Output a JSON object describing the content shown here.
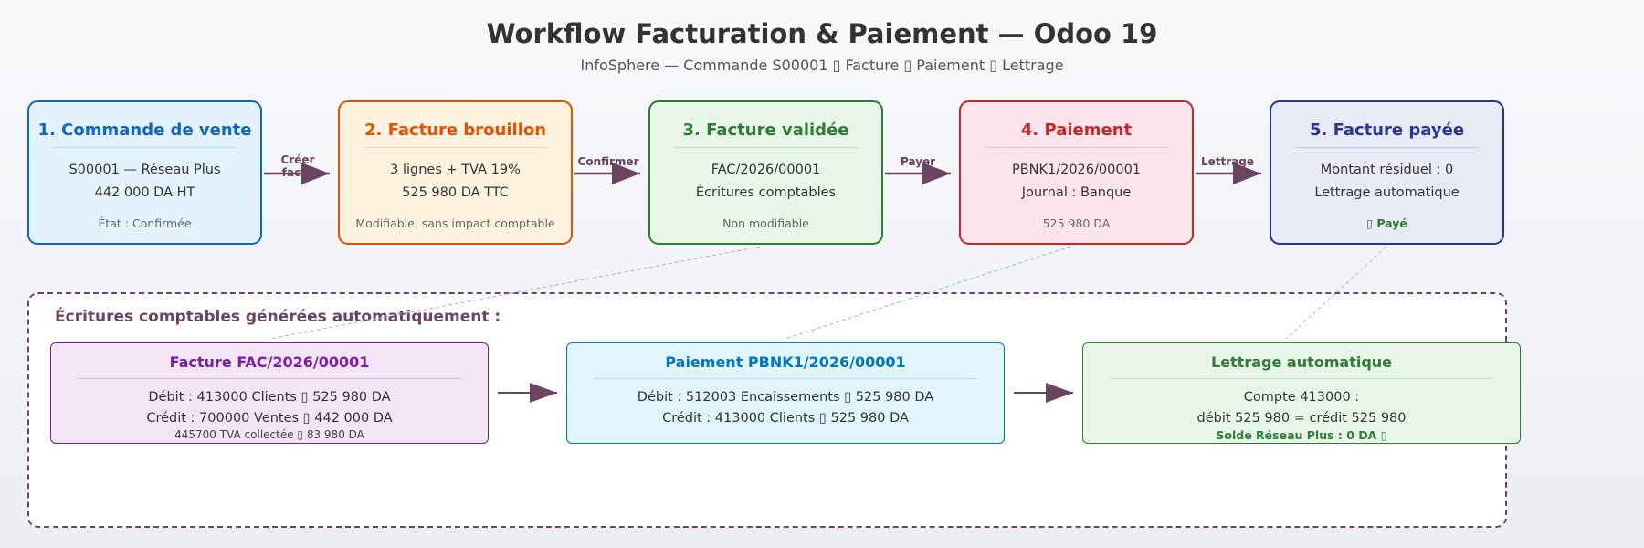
{
  "title": "Workflow Facturation & Paiement — Odoo 19",
  "subtitle": "InfoSphere — Commande S00001 ▯ Facture ▯ Paiement ▯ Lettrage",
  "stages": [
    {
      "title": "1. Commande de vente",
      "line1": "S00001 — Réseau Plus",
      "line2": "442 000 DA HT",
      "note": "État : Confirmée",
      "color": "#1565c0",
      "bg": "#e3f2fd"
    },
    {
      "title": "2. Facture brouillon",
      "line1": "3 lignes + TVA 19%",
      "line2": "525 980 DA TTC",
      "note": "Modifiable, sans impact comptable",
      "color": "#e65100",
      "bg": "#fff3e0"
    },
    {
      "title": "3. Facture validée",
      "line1": "FAC/2026/00001",
      "line2": "Écritures comptables",
      "note": "Non modifiable",
      "color": "#2e7d32",
      "bg": "#e8f5e9"
    },
    {
      "title": "4. Paiement",
      "line1": "PBNK1/2026/00001",
      "line2": "Journal : Banque",
      "note": "525 980 DA",
      "color": "#c62828",
      "bg": "#fce4ec"
    },
    {
      "title": "5. Facture payée",
      "line1": "Montant résiduel : 0",
      "line2": "Lettrage automatique",
      "note": "▯ Payé",
      "color": "#283593",
      "bg": "#e8eaf6"
    }
  ],
  "connectors": {
    "c1_line1": "Créer",
    "c1_line2": "factu",
    "c2": "Confirmer",
    "c3": "Payer",
    "c4": "Lettrage"
  },
  "panel": {
    "title": "Écritures comptables générées automatiquement :",
    "entries": [
      {
        "title": "Facture FAC/2026/00001",
        "line1": "Débit : 413000 Clients ▯ 525 980 DA",
        "line2": "Crédit : 700000 Ventes ▯ 442 000 DA",
        "line3": "445700 TVA collectée ▯ 83 980 DA",
        "color": "#7b1fa2",
        "bg": "#f3e5f5"
      },
      {
        "title": "Paiement PBNK1/2026/00001",
        "line1": "Débit : 512003 Encaissements ▯ 525 980 DA",
        "line2": "Crédit : 413000 Clients ▯ 525 980 DA",
        "line3": "",
        "color": "#0277bd",
        "bg": "#e1f5fe"
      },
      {
        "title": "Lettrage automatique",
        "line1": "Compte 413000 :",
        "line2": "débit 525 980 = crédit 525 980",
        "line3": "Solde Réseau Plus : 0 DA ▯",
        "color": "#2e7d32",
        "bg": "#e8f5e9"
      }
    ]
  },
  "colors": {
    "arrow": "#6b4461",
    "panel_border": "#6b4461"
  }
}
